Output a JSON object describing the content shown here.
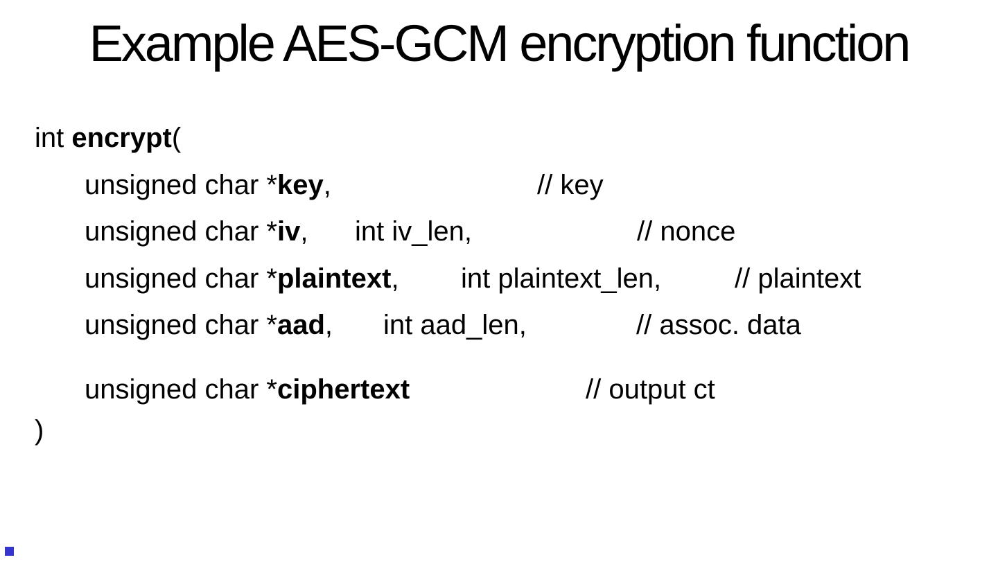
{
  "title": "Example AES-GCM encryption function",
  "colors": {
    "background": "#ffffff",
    "text": "#000000",
    "corner_marker_blue": "#3535cd"
  },
  "code": {
    "signature": {
      "return_type": "int ",
      "function_name": "encrypt",
      "open_paren": "("
    },
    "params": [
      {
        "prefix": "unsigned char *",
        "name": "key",
        "comma": ",",
        "len_arg": "",
        "comment": "// key"
      },
      {
        "prefix": "unsigned char *",
        "name": "iv",
        "comma": ",",
        "len_arg": "int iv_len,",
        "comment": "// nonce"
      },
      {
        "prefix": "unsigned char *",
        "name": "plaintext",
        "comma": ",",
        "len_arg": "int plaintext_len,",
        "comment": "// plaintext"
      },
      {
        "prefix": "unsigned char *",
        "name": "aad",
        "comma": ",",
        "len_arg": "int aad_len,",
        "comment": "// assoc. data"
      },
      {
        "prefix": "unsigned char *",
        "name": "ciphertext",
        "comma": "",
        "len_arg": "",
        "comment": "// output ct"
      }
    ],
    "close_paren": ")"
  }
}
